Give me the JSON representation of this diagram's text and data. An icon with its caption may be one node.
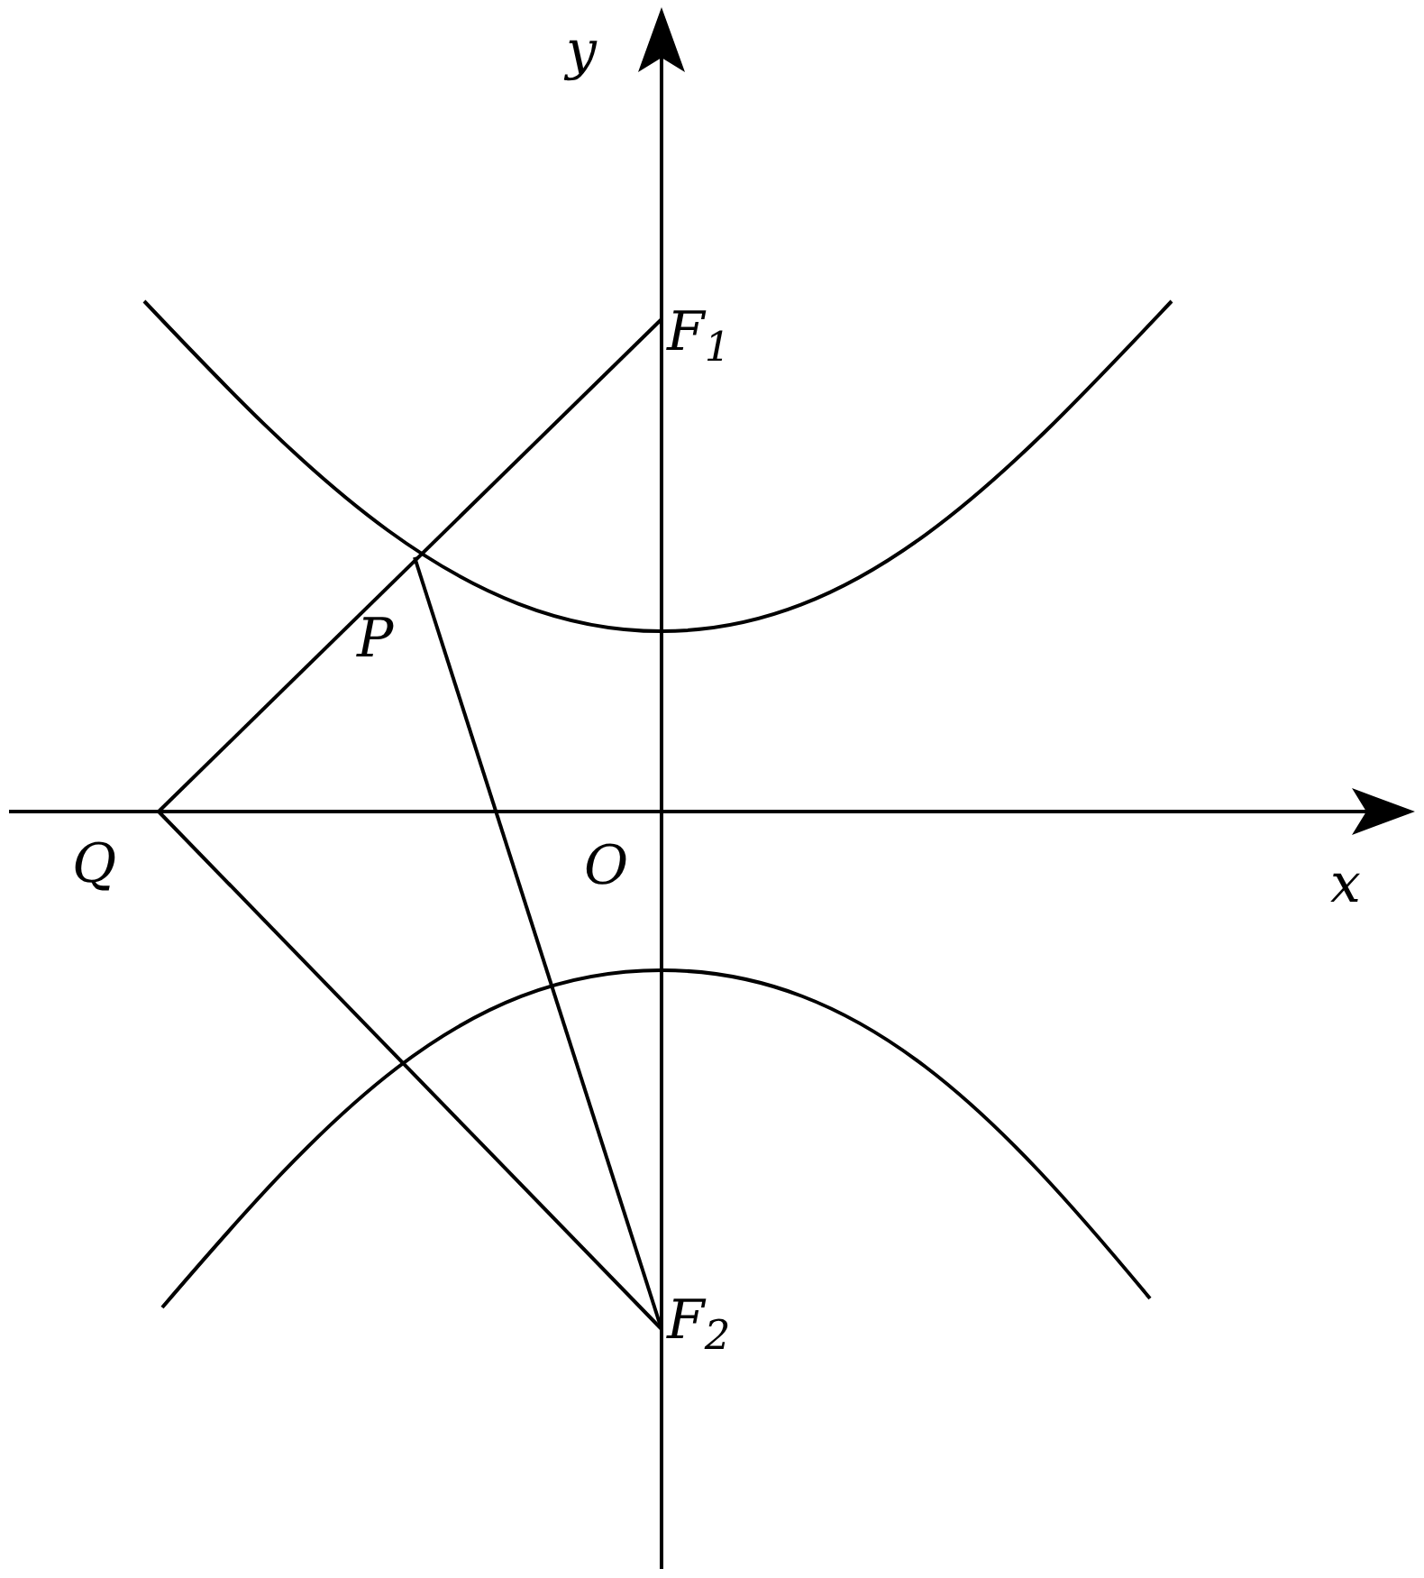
{
  "diagram": {
    "nodes": [
      {
        "text": [
          "F$_{1}$"
        ]
      },
      {
        "text": [
          "P"
        ]
      },
      {
        "text": [
          "Q"
        ]
      },
      {
        "text": [
          "F$_{2}$"
        ]
      }
    ],
    "edges": [
      {
        "from": 0,
        "to": 2,
        "arrow": "none"
      },
      {
        "from": 2,
        "to": 3,
        "arrow": "none"
      },
      {
        "from": 1,
        "to": 3,
        "arrow": "none"
      }
    ],
    "labels": [
      "y",
      "x",
      "O"
    ]
  }
}
